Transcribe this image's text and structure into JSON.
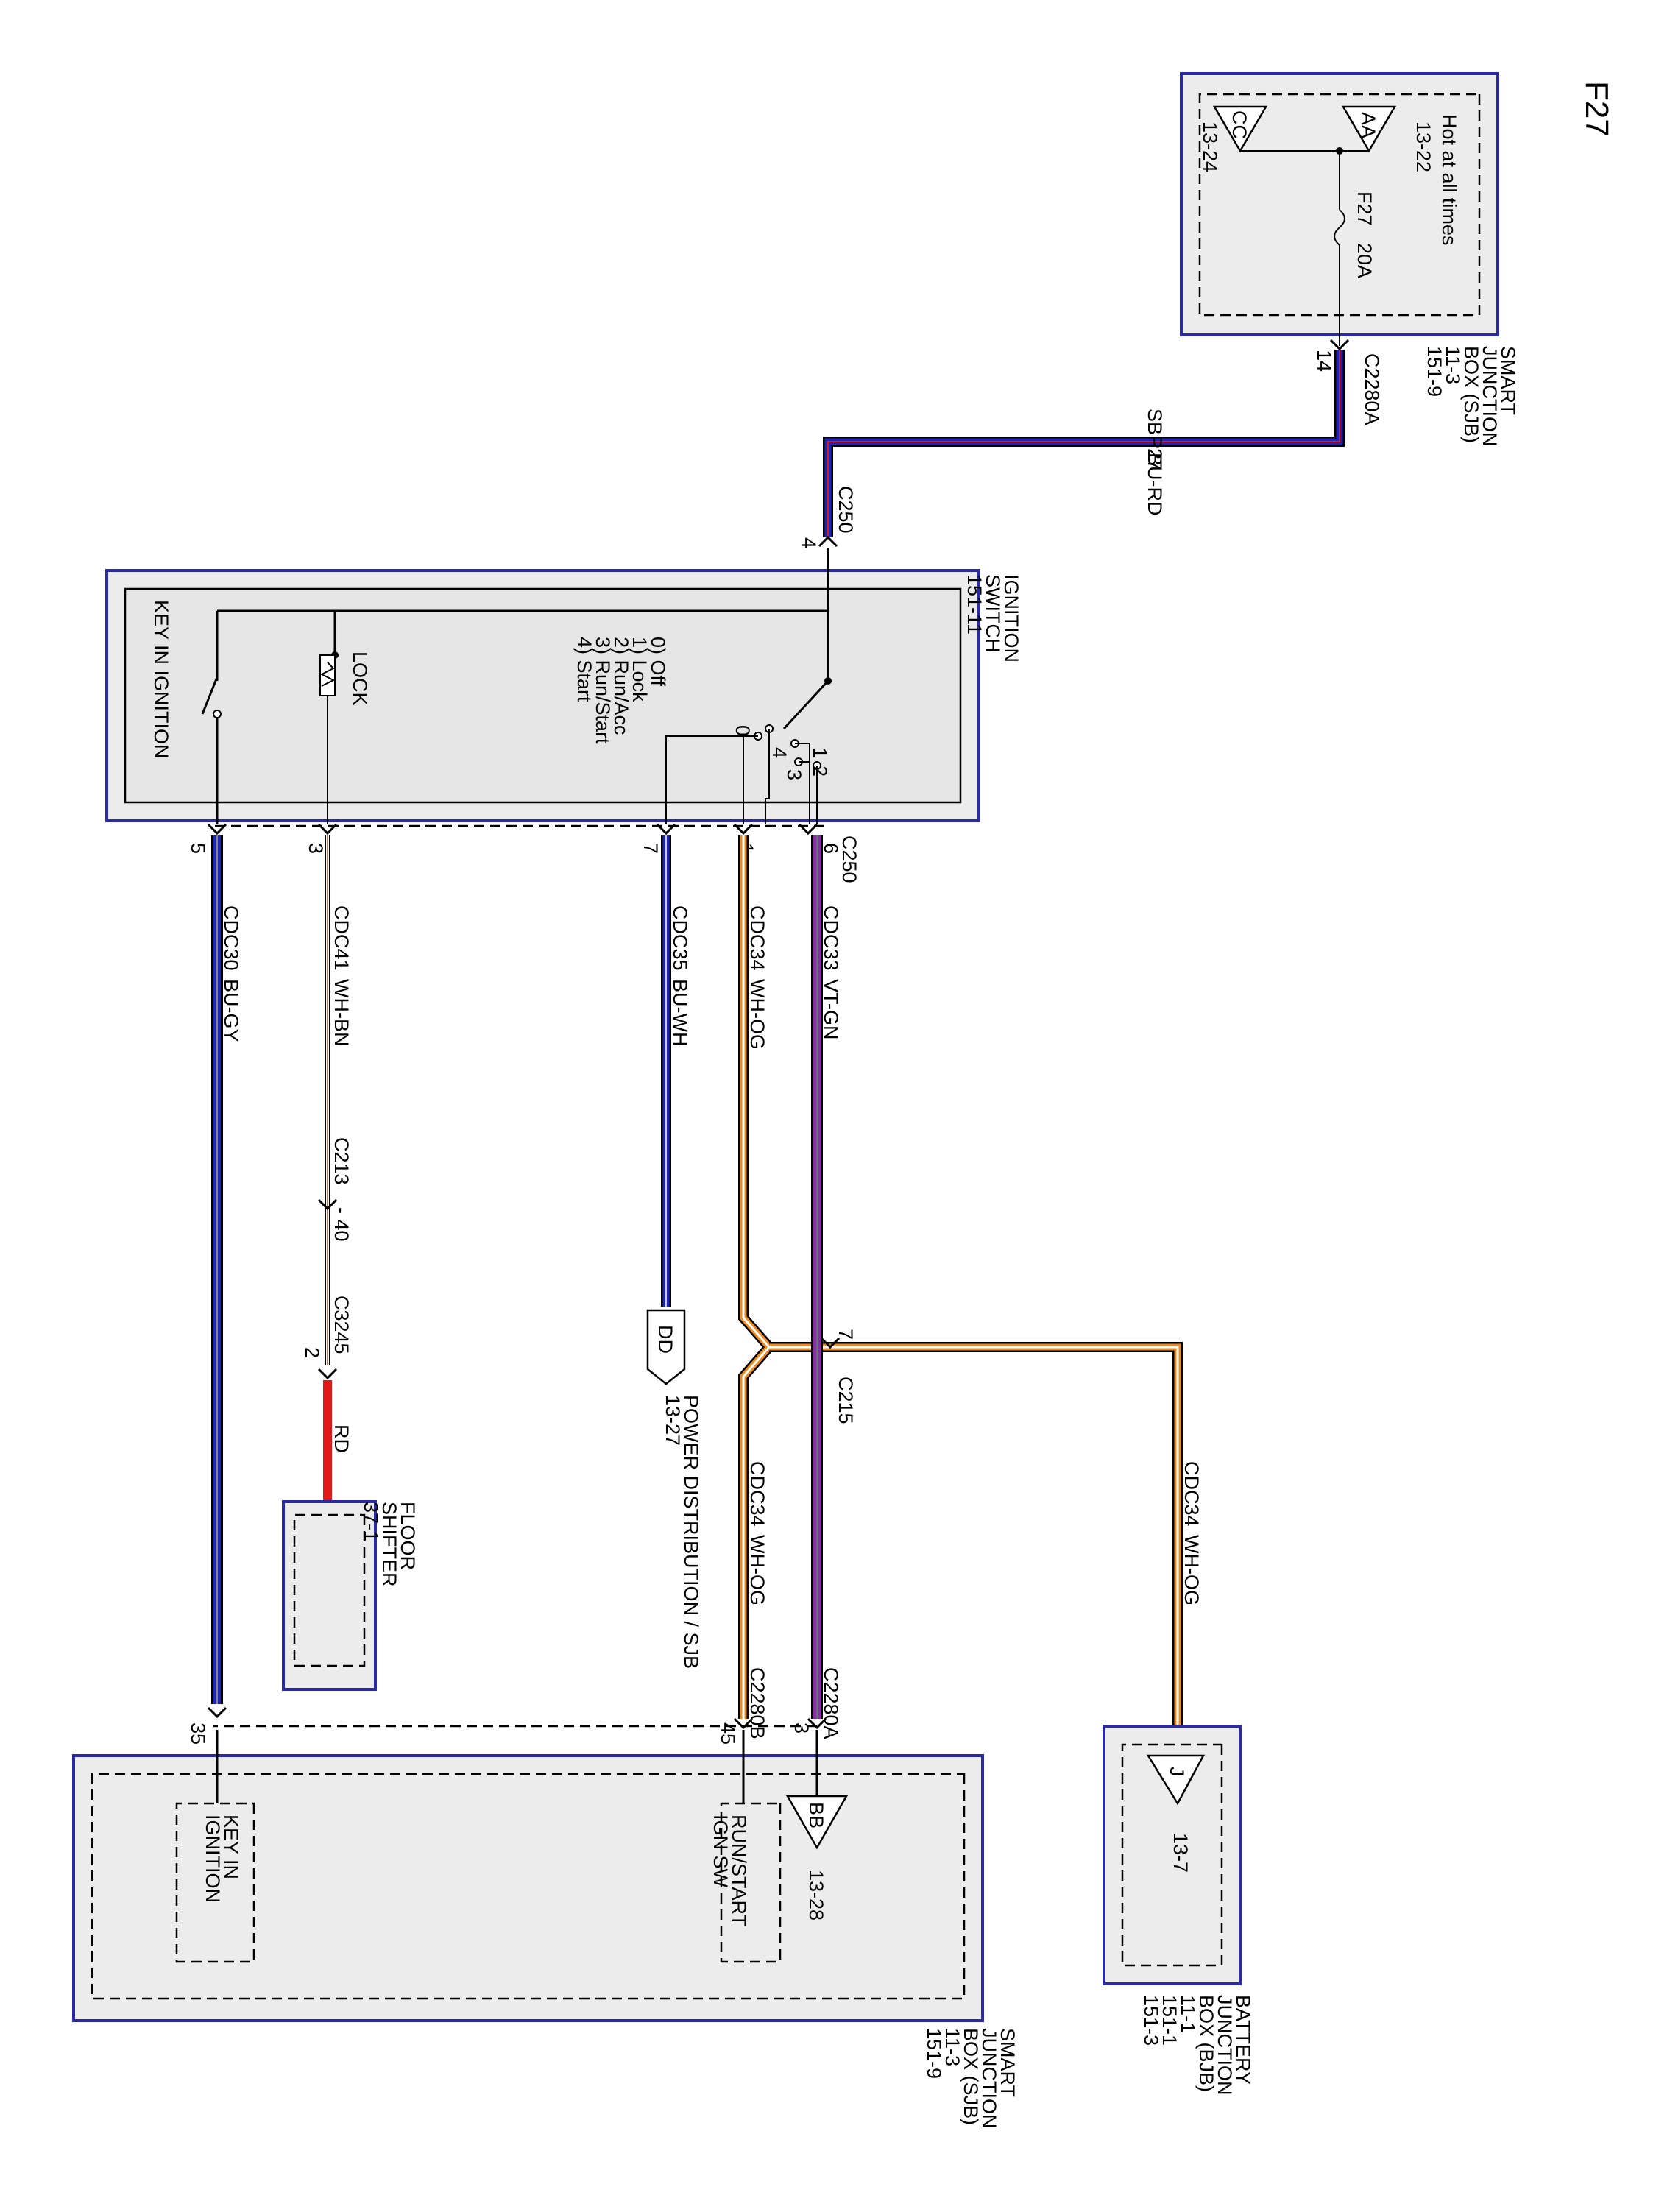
{
  "page_id": "F27",
  "sjb_top": {
    "name_lines": [
      "SMART",
      "JUNCTION",
      "BOX (SJB)",
      "11-3",
      "151-9"
    ],
    "hot_label": "Hot at all times",
    "ref_aa": "AA",
    "ref_aa_page": "13-22",
    "ref_cc": "CC",
    "ref_cc_page": "13-24",
    "fuse_label": "F27",
    "fuse_rating": "20A",
    "connector": "C2280A",
    "pin": "14"
  },
  "wire_sbp27": {
    "circuit": "SBP27",
    "color": "BU-RD"
  },
  "c250_top": {
    "connector": "C250",
    "pin": "4"
  },
  "ignition_switch": {
    "name_lines": [
      "IGNITION",
      "SWITCH",
      "151-11"
    ],
    "positions": [
      "0) Off",
      "1) Lock",
      "2) Run/Acc",
      "3) Run/Start",
      "4) Start"
    ],
    "lock_label": "LOCK",
    "key_label": "KEY IN IGNITION",
    "contact_numbers": [
      "0",
      "1",
      "2",
      "3",
      "4"
    ]
  },
  "c250_bottom": {
    "connector": "C250",
    "pins": [
      "5",
      "3",
      "7",
      "1",
      "6"
    ]
  },
  "wires": [
    {
      "id": "cdc30",
      "circuit": "CDC30",
      "color": "BU-GY"
    },
    {
      "id": "cdc41",
      "circuit": "CDC41",
      "color": "WH-BN"
    },
    {
      "id": "cdc35",
      "circuit": "CDC35",
      "color": "BU-WH"
    },
    {
      "id": "cdc34",
      "circuit": "CDC34",
      "color": "WH-OG"
    },
    {
      "id": "cdc33",
      "circuit": "CDC33",
      "color": "VT-GN"
    }
  ],
  "c213": {
    "label": "C213",
    "pin": "- 40"
  },
  "c3245": {
    "label": "C3245",
    "pin": "2"
  },
  "wire_rd": {
    "color": "RD"
  },
  "floor_shifter": {
    "name_lines": [
      "FLOOR",
      "SHIFTER",
      "37-1"
    ]
  },
  "dd_ref": {
    "label": "DD",
    "name_lines": [
      "POWER DISTRIBUTION / SJB",
      "13-27"
    ]
  },
  "c215": {
    "label": "C215",
    "pin": "7"
  },
  "cdc34_lower": {
    "circuit": "CDC34",
    "color": "WH-OG"
  },
  "cdc34_bjb": {
    "circuit": "CDC34",
    "color": "WH-OG"
  },
  "c2280b": {
    "label": "C2280B",
    "pin": "45"
  },
  "c2280a_bottom": {
    "label": "C2280A",
    "pin": "3"
  },
  "pin35": "35",
  "sjb_bottom": {
    "name_lines": [
      "SMART",
      "JUNCTION",
      "BOX (SJB)",
      "11-3",
      "151-9"
    ],
    "key_in_lines": [
      "KEY IN",
      "IGNITION"
    ],
    "run_start_lines": [
      "RUN/START",
      "IGN SW"
    ],
    "ref_bb": "BB",
    "ref_bb_page": "13-28"
  },
  "bjb": {
    "name_lines": [
      "BATTERY",
      "JUNCTION",
      "BOX (BJB)",
      "11-1",
      "151-1",
      "151-3"
    ],
    "ref_j": "J",
    "ref_j_page": "13-7"
  },
  "colors": {
    "blue": "#1f24b8",
    "orange": "#f08a1c",
    "violet": "#8b2aa8",
    "red": "#e01818",
    "brown": "#8a4a2a",
    "frame": "#2a2aa6"
  }
}
